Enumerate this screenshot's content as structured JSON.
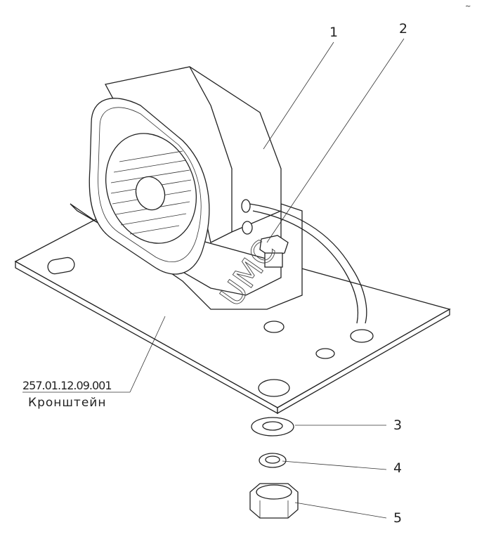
{
  "drawing": {
    "callouts": [
      "1",
      "2",
      "3",
      "4",
      "5"
    ],
    "part_number": "257.01.12.09.001",
    "part_name": "Кронштейн",
    "watermark": "UMC",
    "corner_mark": "~"
  }
}
